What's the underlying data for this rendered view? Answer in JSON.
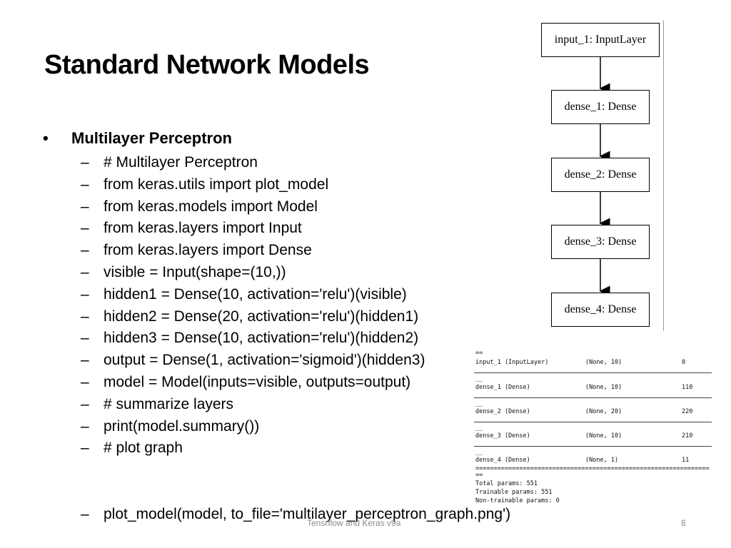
{
  "slide": {
    "title": "Standard Network Models",
    "bullet_symbol": "•",
    "bullet_heading": "Multilayer Perceptron",
    "dash_symbol": "–",
    "code_lines": [
      "# Multilayer Perceptron",
      "from keras.utils import plot_model",
      "from keras.models import Model",
      "from keras.layers import Input",
      "from keras.layers import Dense",
      "visible = Input(shape=(10,))",
      "hidden1 = Dense(10, activation='relu')(visible)",
      "hidden2 = Dense(20, activation='relu')(hidden1)",
      "hidden3 = Dense(10, activation='relu')(hidden2)",
      "output = Dense(1, activation='sigmoid')(hidden3)",
      "model = Model(inputs=visible, outputs=output)",
      "# summarize layers",
      "print(model.summary())",
      "# plot graph"
    ],
    "code_last_line": "plot_model(model, to_file='multilayer_perceptron_graph.png')"
  },
  "graph": {
    "nodes": [
      "input_1: InputLayer",
      "dense_1: Dense",
      "dense_2: Dense",
      "dense_3: Dense",
      "dense_4: Dense"
    ]
  },
  "summary": {
    "top_marker": "==",
    "rows": [
      {
        "layer": "input_1 (InputLayer)",
        "shape": "(None, 10)",
        "params": "0"
      },
      {
        "layer": "dense_1 (Dense)",
        "shape": "(None, 10)",
        "params": "110"
      },
      {
        "layer": "dense_2 (Dense)",
        "shape": "(None, 20)",
        "params": "220"
      },
      {
        "layer": "dense_3 (Dense)",
        "shape": "(None, 10)",
        "params": "210"
      },
      {
        "layer": "dense_4 (Dense)",
        "shape": "(None, 1)",
        "params": "11"
      }
    ],
    "row_marker": "__",
    "double_rule": "================================================================",
    "end_marker": "==",
    "total_params": "Total params: 551",
    "trainable_params": "Trainable params: 551",
    "non_trainable_params": "Non-trainable params: 0"
  },
  "footer": {
    "text": "Tensrflow and Keras v9a",
    "page_number": "8"
  }
}
